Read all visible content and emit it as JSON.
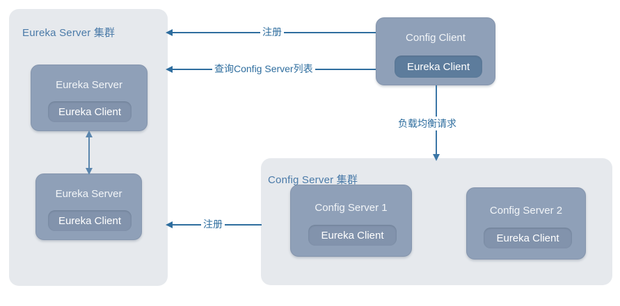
{
  "diagram": {
    "title_text": "Eureka / Config Server architecture",
    "colors": {
      "panel_bg": "#e6e9ed",
      "node_bg": "#8fa0b8",
      "chip_bg": "#8293ac",
      "chip_dark_bg": "#5d7c9c",
      "edge": "#2e6d9e",
      "panel_title_text": "#4a7aa8",
      "node_text": "#f2f5f8"
    },
    "panels": [
      {
        "id": "eureka-cluster",
        "title": "Eureka Server 集群"
      },
      {
        "id": "config-cluster",
        "title": "Config Server 集群"
      }
    ],
    "nodes": [
      {
        "id": "eureka-server-1",
        "title": "Eureka Server",
        "chip": "Eureka Client"
      },
      {
        "id": "eureka-server-2",
        "title": "Eureka Server",
        "chip": "Eureka Client"
      },
      {
        "id": "config-client",
        "title": "Config Client",
        "chip": "Eureka Client"
      },
      {
        "id": "config-server-1",
        "title": "Config Server 1",
        "chip": "Eureka Client"
      },
      {
        "id": "config-server-2",
        "title": "Config Server 2",
        "chip": "Eureka Client"
      }
    ],
    "edges": [
      {
        "id": "register-top",
        "label": "注册",
        "from": "config-client",
        "to": "eureka-cluster",
        "direction": "left"
      },
      {
        "id": "query-list",
        "label": "查询Config Server列表",
        "from": "config-client",
        "to": "eureka-cluster",
        "direction": "left"
      },
      {
        "id": "load-balance",
        "label": "负载均衡请求",
        "from": "config-client",
        "to": "config-cluster",
        "direction": "down"
      },
      {
        "id": "register-bottom",
        "label": "注册",
        "from": "config-cluster",
        "to": "eureka-cluster",
        "direction": "left"
      },
      {
        "id": "replicate",
        "label": "",
        "from": "eureka-server-1",
        "to": "eureka-server-2",
        "direction": "both"
      }
    ]
  }
}
